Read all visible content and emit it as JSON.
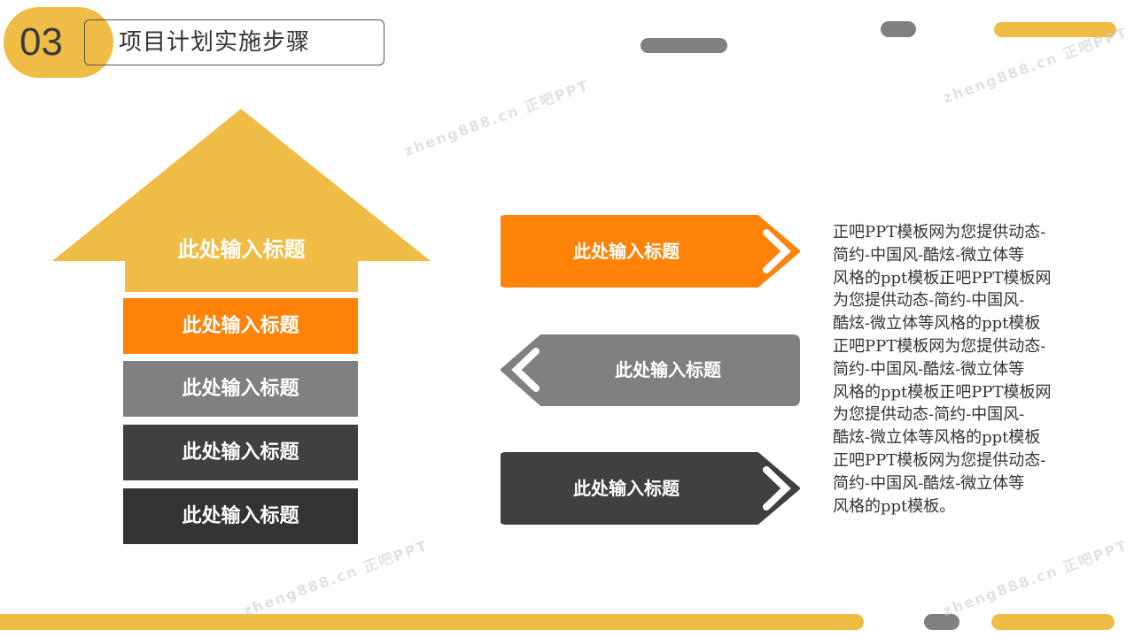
{
  "header": {
    "number": "03",
    "title": "项目计划实施步骤"
  },
  "arrow": {
    "title": "此处输入标题",
    "items": [
      "此处输入标题",
      "此处输入标题",
      "此处输入标题",
      "此处输入标题"
    ]
  },
  "chevrons": [
    {
      "label": "此处输入标题",
      "direction": "right",
      "color": "#FF8309"
    },
    {
      "label": "此处输入标题",
      "direction": "left",
      "color": "#808080"
    },
    {
      "label": "此处输入标题",
      "direction": "right",
      "color": "#404040"
    }
  ],
  "body_lines": [
    "正吧PPT模板网为您提供动态-",
    "简约-中国风-酷炫-微立体等",
    "风格的ppt模板正吧PPT模板网",
    "为您提供动态-简约-中国风-",
    "酷炫-微立体等风格的ppt模板",
    "正吧PPT模板网为您提供动态-",
    "简约-中国风-酷炫-微立体等",
    "风格的ppt模板正吧PPT模板网",
    "为您提供动态-简约-中国风-",
    "酷炫-微立体等风格的ppt模板",
    "正吧PPT模板网为您提供动态-",
    "简约-中国风-酷炫-微立体等",
    "风格的ppt模板。"
  ],
  "watermark": "zheng888.cn 正吧PPT",
  "colors": {
    "yellow": "#EFBC45",
    "orange": "#FF8309",
    "gray": "#808080",
    "dark": "#404040",
    "darker": "#333333"
  }
}
